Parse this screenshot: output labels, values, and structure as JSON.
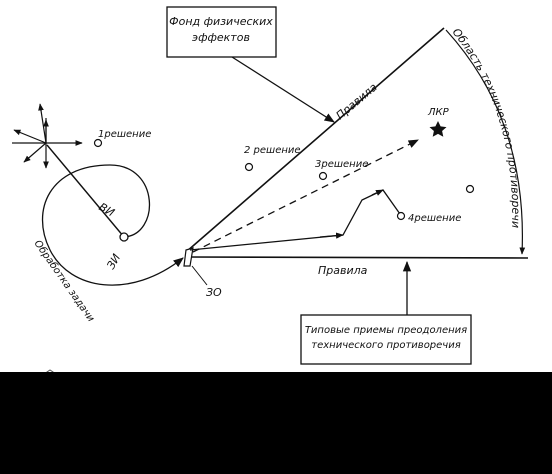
{
  "diagram": {
    "box_physical_effects": {
      "line1": "Фонд физических",
      "line2": "эффектов"
    },
    "box_typical_methods": {
      "line1": "Типовые приемы преодоления",
      "line2": "технического противоречия"
    },
    "labels": {
      "rules_top": "Правила",
      "rules_bottom": "Правила",
      "contradiction_area": "Область технического противоречия",
      "solution_1": "1решение",
      "solution_2": "2 решение",
      "solution_3": "3решение",
      "solution_4": "4решение",
      "lkr": "ЛКР",
      "vi": "ВИ",
      "zi": "ЗИ",
      "zo": "ЗО",
      "task_processing": "Обработка задачи"
    }
  }
}
